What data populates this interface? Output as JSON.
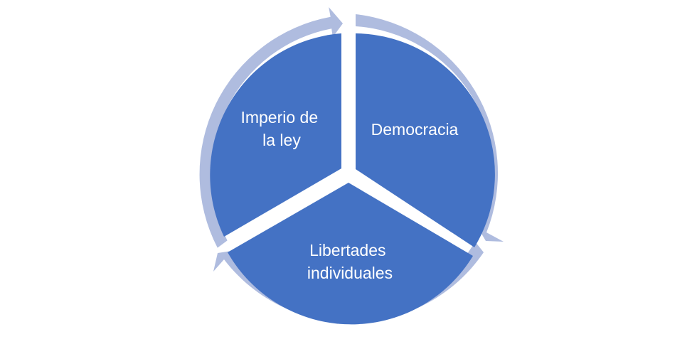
{
  "diagram": {
    "segments": [
      {
        "lines": [
          "Imperio de",
          "la ley"
        ]
      },
      {
        "lines": [
          "Democracia"
        ]
      },
      {
        "lines": [
          "Libertades",
          "individuales"
        ]
      }
    ],
    "colors": {
      "segment_fill": "#4472C4",
      "arrow_ring": "#AFBCDF",
      "background": "#FFFFFF"
    }
  }
}
